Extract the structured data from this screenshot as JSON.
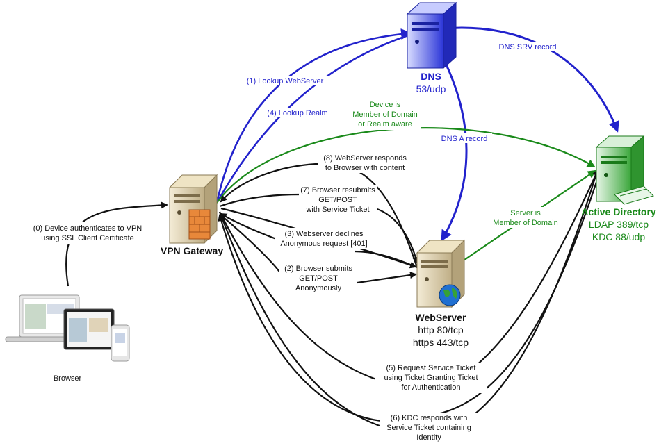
{
  "nodes": {
    "browser": {
      "label": "Browser"
    },
    "vpn_gateway": {
      "label": "VPN Gateway"
    },
    "dns": {
      "label": "DNS",
      "port": "53/udp"
    },
    "webserver": {
      "label": "WebServer",
      "ports": [
        "http 80/tcp",
        "https  443/tcp"
      ]
    },
    "active_directory": {
      "label": "Active Directory",
      "ports": [
        "LDAP 389/tcp",
        "KDC 88/udp"
      ]
    }
  },
  "edges": {
    "step0": [
      "(0) Device authenticates to VPN",
      "using SSL Client Certificate"
    ],
    "step1": [
      "(1) Lookup WebServer"
    ],
    "step4": [
      "(4) Lookup Realm"
    ],
    "domain_member": [
      "Device is",
      "Member of Domain",
      "or Realm aware"
    ],
    "dns_srv": [
      "DNS SRV record"
    ],
    "dns_a": [
      "DNS A record"
    ],
    "server_member": [
      "Server is",
      "Member of Domain"
    ],
    "step8": [
      "(8) WebServer responds",
      "to Browser with content"
    ],
    "step7": [
      "(7) Browser resubmits",
      "GET/POST",
      "with Service Ticket"
    ],
    "step3": [
      "(3) Webserver declines",
      "Anonymous request [401]"
    ],
    "step2": [
      "(2) Browser submits",
      "GET/POST",
      "Anonymously"
    ],
    "step5": [
      "(5) Request Service Ticket",
      "using Ticket Granting Ticket",
      "for Authentication"
    ],
    "step6": [
      "(6) KDC responds with",
      "Service Ticket containing",
      "Identity"
    ]
  },
  "colors": {
    "dns": "#2222cc",
    "directory": "#1a8a1a",
    "flow": "#111111"
  },
  "icons": {
    "dns": "dns-server-icon",
    "webserver": "web-server-icon",
    "vpn_gateway": "vpn-gateway-server-icon",
    "active_directory": "active-directory-server-icon",
    "browser": "browser-devices-icon"
  }
}
